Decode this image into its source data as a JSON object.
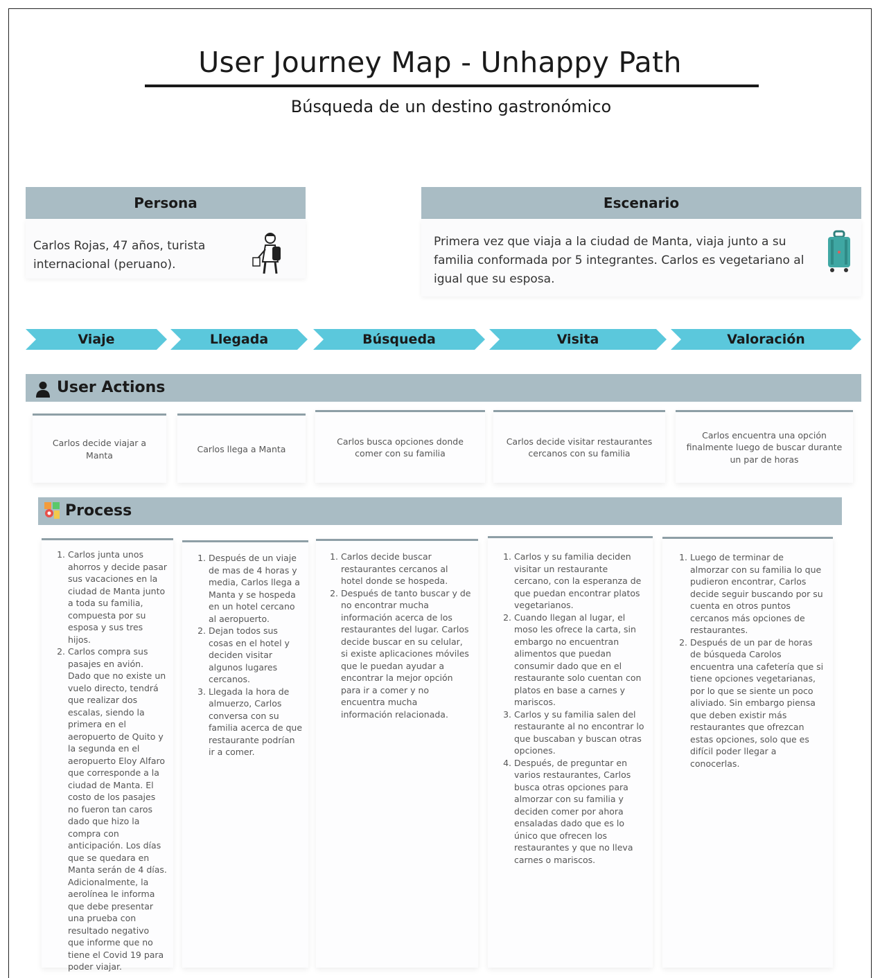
{
  "title": "User Journey Map - Unhappy Path",
  "subtitle": "Búsqueda de un destino gastronómico",
  "persona": {
    "heading": "Persona",
    "text": "Carlos Rojas, 47 años, turista internacional (peruano).",
    "icon": "traveler-with-backpack-icon"
  },
  "scenario": {
    "heading": "Escenario",
    "text": "Primera vez que viaja a la ciudad de Manta, viaja junto a su familia conformada por 5 integrantes. Carlos es vegetariano al igual que su esposa.",
    "icon": "suitcase-icon"
  },
  "stages": [
    "Viaje",
    "Llegada",
    "Búsqueda",
    "Visita",
    "Valoración"
  ],
  "user_actions": {
    "label": "User Actions",
    "icon": "user-icon",
    "items": [
      "Carlos decide viajar a Manta",
      "Carlos llega a Manta",
      "Carlos busca opciones donde comer con su familia",
      "Carlos decide visitar restaurantes cercanos con su familia",
      "Carlos  encuentra una opción finalmente luego de buscar durante un par de horas"
    ]
  },
  "process": {
    "label": "Process",
    "icon": "process-icon",
    "columns": [
      [
        "Carlos junta unos ahorros y decide pasar sus vacaciones en la ciudad de Manta junto a toda su familia, compuesta por su esposa y sus tres hijos.",
        "Carlos compra sus pasajes en avión. Dado que no existe un vuelo directo, tendrá que realizar dos escalas, siendo la primera en el aeropuerto de Quito y la segunda en el aeropuerto Eloy Alfaro que corresponde a la ciudad de Manta. El costo de los pasajes no fueron tan caros dado que hizo la compra con anticipación. Los días que se quedara en Manta serán de 4 días. Adicionalmente, la aerolínea le informa que debe presentar una prueba con resultado negativo que informe que no tiene el Covid 19 para poder viajar."
      ],
      [
        "Después de un viaje de mas de 4 horas y media, Carlos llega a Manta y se hospeda en un hotel cercano al aeropuerto.",
        "Dejan todos sus cosas en el hotel y deciden visitar algunos lugares cercanos.",
        "Llegada la hora de almuerzo, Carlos conversa con su familia acerca de que restaurante podrían ir a comer."
      ],
      [
        "Carlos decide buscar restaurantes cercanos al hotel donde se hospeda.",
        "Después de tanto buscar y de no encontrar mucha información acerca de los restaurantes del lugar. Carlos decide buscar en su celular, si existe aplicaciones móviles que le puedan ayudar a encontrar la mejor opción para ir a comer y no encuentra mucha información relacionada."
      ],
      [
        "Carlos y su familia deciden visitar un restaurante cercano, con la esperanza de que puedan encontrar platos vegetarianos.",
        "Cuando llegan al lugar, el moso les ofrece la carta, sin embargo no encuentran alimentos que puedan consumir dado que en el restaurante solo cuentan con platos en base a carnes y mariscos.",
        "Carlos y su familia salen del restaurante al no encontrar lo que buscaban y buscan otras opciones.",
        "Después, de preguntar en varios restaurantes, Carlos busca otras opciones para almorzar con su familia y deciden comer por ahora ensaladas dado que es lo único que ofrecen los restaurantes y que no lleva carnes o mariscos."
      ],
      [
        "Luego de terminar de almorzar con su familia lo que pudieron encontrar, Carlos decide seguir buscando por su cuenta en otros puntos cercanos más opciones de restaurantes.",
        "Después de un par de horas de búsqueda Carolos encuentra una cafetería que si tiene opciones vegetarianas, por lo que se siente un poco aliviado. Sin embargo piensa que deben existir más restaurantes que ofrezcan estas opciones, solo que es difícil poder llegar a conocerlas."
      ]
    ]
  },
  "colors": {
    "header_band": "#a9bcc4",
    "stage_arrow": "#5bc8dc",
    "suitcase": "#3fa7a3"
  }
}
